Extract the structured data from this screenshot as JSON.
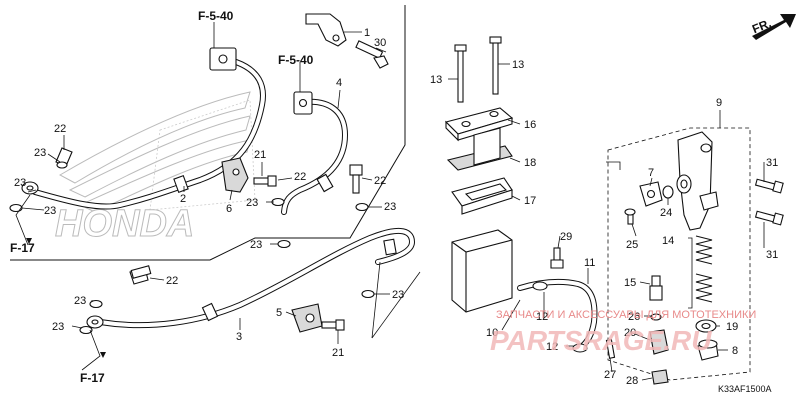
{
  "diagram": {
    "references": {
      "f540_top": "F-5-40",
      "f540_mid": "F-5-40",
      "f17_left": "F-17",
      "f17_bottom": "F-17",
      "front_arrow": "FR."
    },
    "logo_text": "HONDA",
    "diagram_code": "K33AF1500A",
    "watermark": {
      "line1": "ЗАПЧАСТИ И АКСЕССУАРЫ ДЛЯ МОТОТЕХНИКИ",
      "line2": "PARTSRAGE.RU"
    },
    "parts": {
      "p1": "1",
      "p2": "2",
      "p3": "3",
      "p4": "4",
      "p5": "5",
      "p6": "6",
      "p7": "7",
      "p8": "8",
      "p9": "9",
      "p10": "10",
      "p11": "11",
      "p12a": "12",
      "p12b": "12",
      "p13a": "13",
      "p13b": "13",
      "p14": "14",
      "p15": "15",
      "p16": "16",
      "p17": "17",
      "p18": "18",
      "p19": "19",
      "p20": "20",
      "p21a": "21",
      "p21b": "21",
      "p22a": "22",
      "p22b": "22",
      "p22c": "22",
      "p22d": "22",
      "p23a": "23",
      "p23b": "23",
      "p23c": "23",
      "p23d": "23",
      "p23e": "23",
      "p23f": "23",
      "p23g": "23",
      "p23h": "23",
      "p23i": "23",
      "p24": "24",
      "p25": "25",
      "p26": "26",
      "p27": "27",
      "p28": "28",
      "p29": "29",
      "p30": "30",
      "p31a": "31",
      "p31b": "31"
    }
  }
}
